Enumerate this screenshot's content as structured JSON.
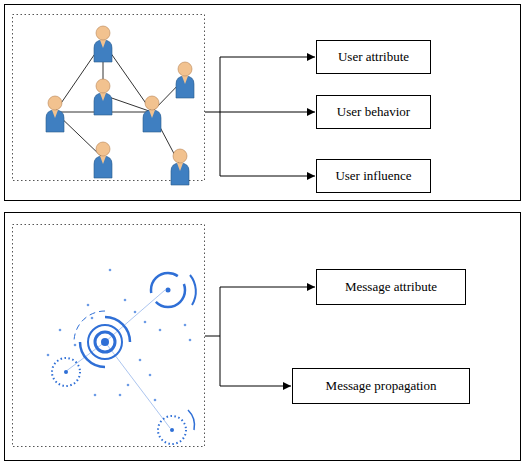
{
  "diagram": {
    "nodes": [
      {
        "text": [
          "User attribute"
        ]
      },
      {
        "text": [
          "User behavior"
        ]
      },
      {
        "text": [
          "User influence"
        ]
      },
      {
        "text": [
          "Message attribute"
        ]
      },
      {
        "text": [
          "Message propagation"
        ]
      }
    ]
  }
}
